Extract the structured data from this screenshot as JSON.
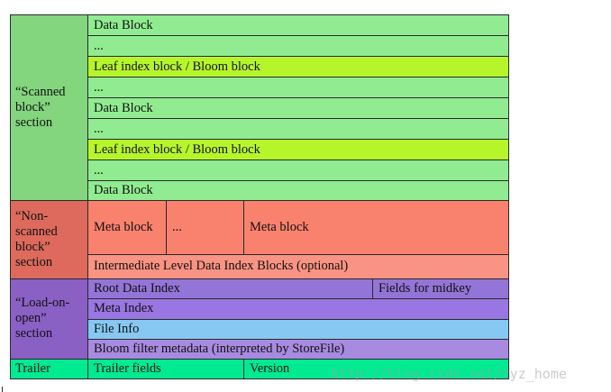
{
  "scanned": {
    "label": "“Scanned block” section",
    "rows": [
      "Data Block",
      "...",
      "Leaf index block / Bloom block",
      "...",
      "Data Block",
      "...",
      "Leaf index block / Bloom block",
      "...",
      "Data Block"
    ]
  },
  "non_scanned": {
    "label": "“Non-scanned block” section",
    "meta_block_left": "Meta block",
    "ellipsis": "...",
    "meta_block_right": "Meta block",
    "intermediate": "Intermediate Level Data Index Blocks (optional)"
  },
  "load_on_open": {
    "label": "“Load-on-open” section",
    "root_data_index": "Root Data Index",
    "fields_for_midkey": "Fields for midkey",
    "meta_index": "Meta Index",
    "file_info": "File Info",
    "bloom_filter_metadata": "Bloom filter metadata (interpreted by StoreFile)"
  },
  "trailer": {
    "label": "Trailer",
    "trailer_fields": "Trailer fields",
    "version": "Version"
  },
  "watermark": "http://blog.csdn.net/zyz_home",
  "colors": {
    "data_block": "#91ec91",
    "leaf_index": "#b7f52b",
    "scanned_section": "#83d57e",
    "meta_block": "#f9826e",
    "non_scanned_section": "#dd6a5c",
    "load_on_open_section": "#8a60c5",
    "file_info": "#86c8f2",
    "trailer": "#00ea92"
  }
}
